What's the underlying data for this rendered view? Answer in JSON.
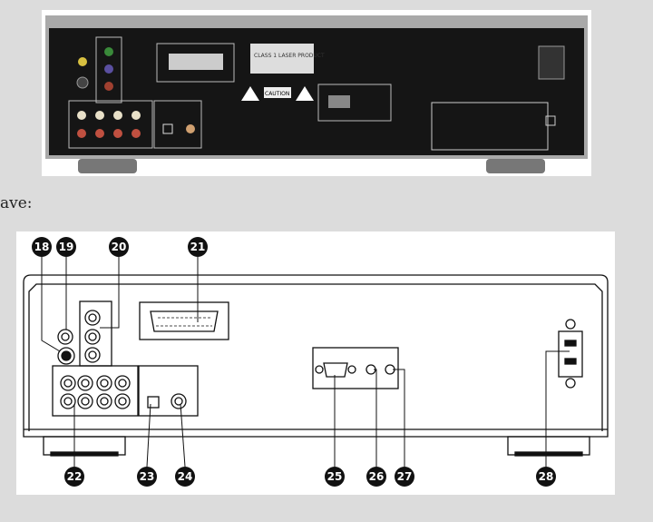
{
  "caption": "ave:",
  "photo": {
    "label_caution": "CAUTION",
    "label_laser": "CLASS 1 LASER PRODUCT"
  },
  "diagram": {
    "callouts": [
      "18",
      "19",
      "20",
      "21",
      "22",
      "23",
      "24",
      "25",
      "26",
      "27",
      "28"
    ]
  },
  "colors": {
    "page_bg": "#dcdcdc",
    "chassis": "#1a1a1a",
    "callout": "#111111"
  }
}
